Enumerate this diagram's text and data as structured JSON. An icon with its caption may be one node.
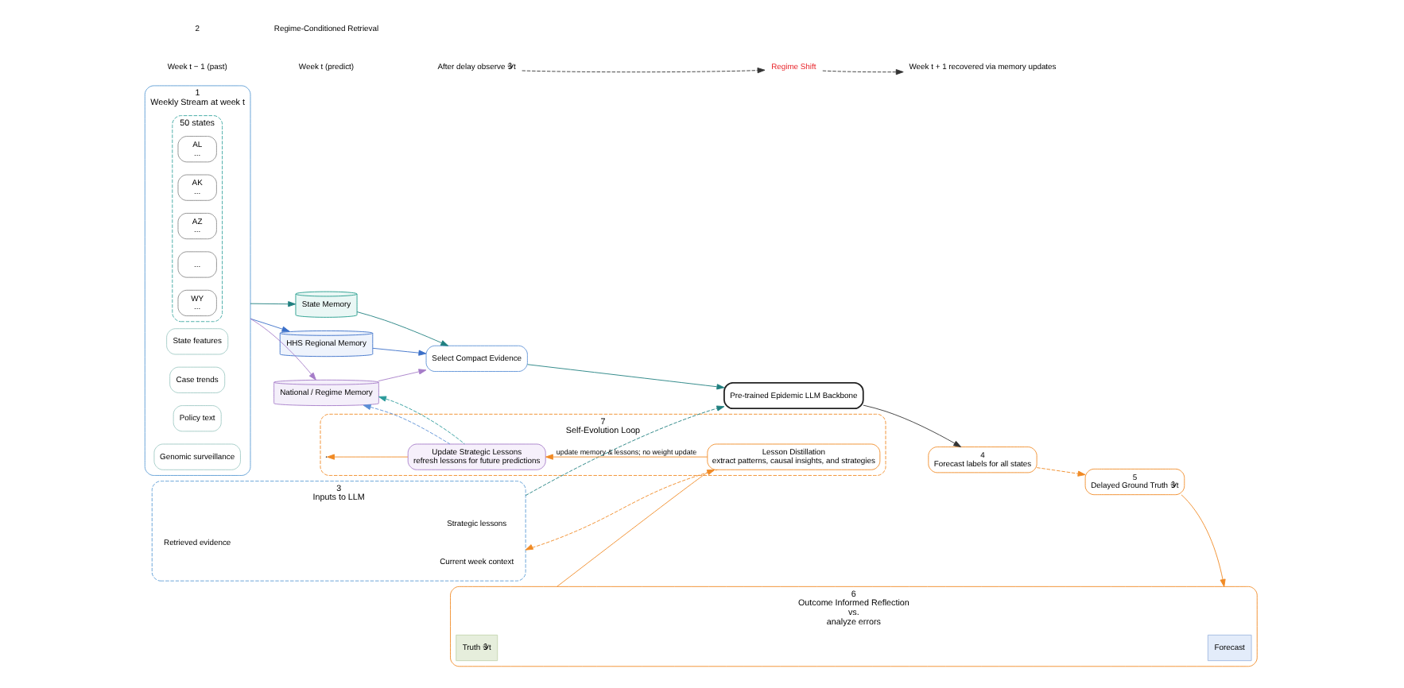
{
  "diagram": {
    "nodes": [
      {
        "text": [
          "1",
          "Weekly Stream at week t"
        ]
      },
      {
        "text": [
          "State features"
        ],
        "in": 0
      },
      {
        "text": [
          "Case trends"
        ],
        "in": 0
      },
      {
        "text": [
          "Policy text"
        ],
        "in": 0
      },
      {
        "text": [
          "Genomic surveillance"
        ],
        "in": 0
      },
      {
        "text": [
          "50 states"
        ],
        "in": 0
      },
      {
        "text": [
          "AL",
          "..."
        ],
        "in": 5
      },
      {
        "text": [
          "AK",
          "..."
        ],
        "in": 5
      },
      {
        "text": [
          "AZ",
          "..."
        ],
        "in": 5
      },
      {
        "text": [
          "..."
        ],
        "in": 5
      },
      {
        "text": [
          "WY",
          "..."
        ],
        "in": 5
      },
      {
        "text": [
          "State Memory"
        ]
      },
      {
        "text": [
          "HHS Regional Memory"
        ]
      },
      {
        "text": [
          "National / Regime Memory"
        ]
      },
      {
        "text": [
          "Select Compact Evidence"
        ]
      },
      {
        "text": [
          "3",
          "Inputs to LLM"
        ]
      },
      {
        "text": [
          "Current week context"
        ],
        "in": 15
      },
      {
        "text": [
          "Retrieved evidence"
        ],
        "in": 15
      },
      {
        "text": [
          "Strategic lessons"
        ],
        "in": 15
      },
      {
        "text": [
          "Pre-trained Epidemic LLM Backbone"
        ]
      },
      {
        "text": [
          "4",
          "Forecast labels for all states"
        ]
      },
      {
        "text": [
          "5",
          "Delayed Ground Truth 𝒴t"
        ]
      },
      {
        "text": [
          "6",
          "Outcome Informed Reflection",
          "vs.",
          "analyze errors"
        ]
      },
      {
        "text": [
          "Forecast"
        ],
        "in": 22
      },
      {
        "text": [
          "Truth 𝒴t"
        ],
        "in": 22
      },
      {
        "text": [
          "7",
          "Self-Evolution Loop"
        ]
      },
      {
        "text": [
          "Update Strategic Lessons",
          "refresh lessons for future predictions"
        ],
        "in": 25
      },
      {
        "text": [
          "Lesson Distillation",
          "extract patterns, causal insights, and strategies"
        ],
        "in": 25
      },
      {
        "text": [
          "Week t − 1 (past)"
        ]
      },
      {
        "text": [
          "Week t (predict)"
        ]
      },
      {
        "text": [
          "After delay observe 𝒴t"
        ]
      },
      {
        "text": [
          "Regime Shift"
        ]
      },
      {
        "text": [
          "Week t + 1 recovered via memory updates"
        ]
      }
    ],
    "edges": [
      {
        "from": 0,
        "to": 11,
        "arrow": "to",
        "color": "#1f7f7f"
      },
      {
        "from": 0,
        "to": 12,
        "arrow": "to",
        "color": "#3a6fc8"
      },
      {
        "from": 0,
        "to": 13,
        "arrow": "to",
        "color": "#a57cc8"
      },
      {
        "from": 11,
        "to": 14,
        "arrow": "to",
        "color": "#1f7f7f"
      },
      {
        "from": 12,
        "to": 14,
        "arrow": "to",
        "color": "#3a6fc8"
      },
      {
        "from": 13,
        "to": 14,
        "arrow": "to",
        "color": "#a57cc8"
      },
      {
        "from": 14,
        "to": 19,
        "arrow": "to",
        "color": "#1f7f7f"
      },
      {
        "from": 15,
        "to": 19,
        "arrow": "to",
        "style": "dashed",
        "color": "#1f7f7f"
      },
      {
        "from": 19,
        "to": 20,
        "arrow": "to",
        "color": "#333333"
      },
      {
        "from": 20,
        "to": 21,
        "arrow": "to",
        "style": "dashed",
        "color": "#f08a24"
      },
      {
        "from": 21,
        "to": 22,
        "arrow": "to",
        "color": "#f08a24"
      },
      {
        "from": 22,
        "to": 27,
        "arrow": "to",
        "color": "#f08a24"
      },
      {
        "from": 27,
        "to": 26,
        "arrow": "to",
        "label": "update memory & lessons; no weight update",
        "color": "#f08a24"
      },
      {
        "from": 26,
        "to": 25,
        "arrow": "to",
        "color": "#f08a24"
      },
      {
        "from": 26,
        "to": 13,
        "arrow": "to",
        "style": "dashed",
        "color": "#5b8fd6"
      },
      {
        "from": 26,
        "to": 13,
        "arrow": "to",
        "style": "dashed",
        "color": "#2a9a9a"
      },
      {
        "from": 27,
        "to": 15,
        "arrow": "to",
        "style": "dashed",
        "color": "#f08a24"
      },
      {
        "from": 30,
        "to": 31,
        "arrow": "to",
        "style": "dashed",
        "color": "#333333"
      },
      {
        "from": 31,
        "to": 32,
        "arrow": "to",
        "style": "dashed",
        "color": "#333333"
      }
    ],
    "labels": [
      "2",
      "Regime-Conditioned Retrieval"
    ]
  }
}
